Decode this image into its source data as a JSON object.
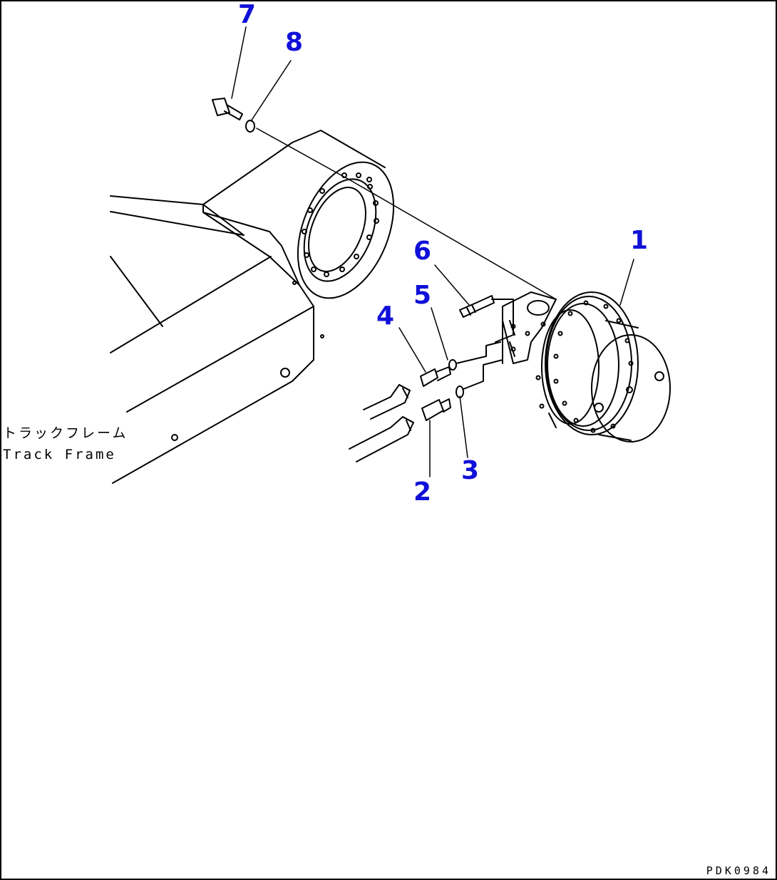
{
  "callouts": [
    {
      "id": "1",
      "label": "1"
    },
    {
      "id": "2",
      "label": "2"
    },
    {
      "id": "3",
      "label": "3"
    },
    {
      "id": "4",
      "label": "4"
    },
    {
      "id": "5",
      "label": "5"
    },
    {
      "id": "6",
      "label": "6"
    },
    {
      "id": "7",
      "label": "7"
    },
    {
      "id": "8",
      "label": "8"
    }
  ],
  "frame_label": {
    "japanese": "トラックフレーム",
    "english": "Track Frame"
  },
  "document_code": "PDK0984",
  "colors": {
    "callout": "#1010d8",
    "line": "#000000",
    "background": "#ffffff"
  }
}
